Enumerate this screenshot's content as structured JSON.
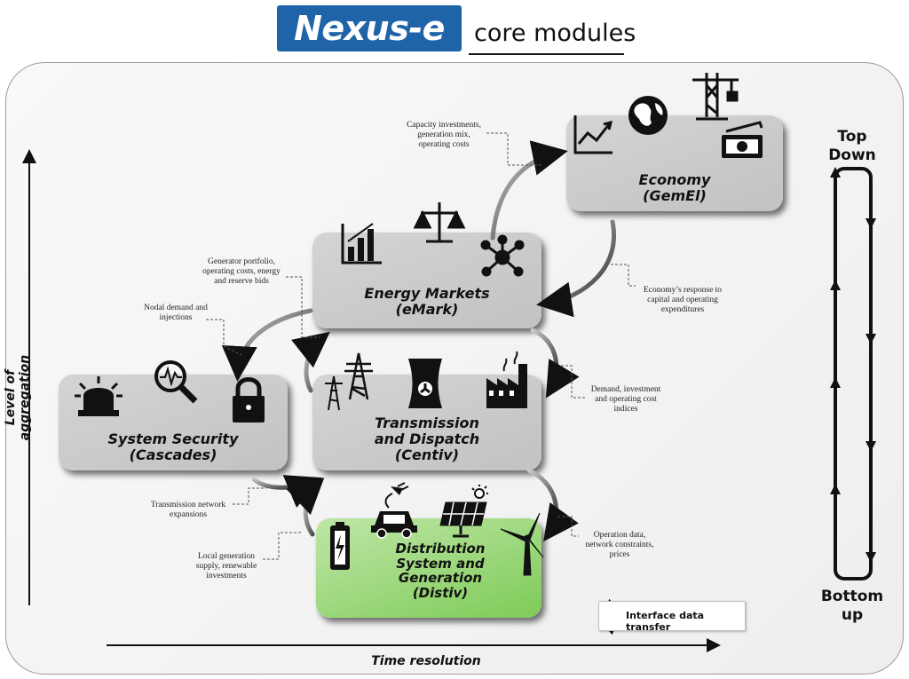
{
  "header": {
    "logo_text": "Nexus-e",
    "subtitle": "core modules"
  },
  "modules": {
    "economy": {
      "line1": "Economy",
      "line2": "(GemEl)"
    },
    "markets": {
      "line1": "Energy Markets",
      "line2": "(eMark)"
    },
    "security": {
      "line1": "System Security",
      "line2": "(Cascades)"
    },
    "transmission": {
      "line1": "Transmission",
      "line2": "and Dispatch",
      "line3": "(Centiv)"
    },
    "distribution": {
      "line1": "Distribution",
      "line2": "System and",
      "line3": "Generation",
      "line4": "(Distiv)"
    }
  },
  "annotations": {
    "capacity": [
      "Capacity investments,",
      "generation mix,",
      "operating costs"
    ],
    "generator": [
      "Generator portfolio,",
      "operating costs, energy",
      "and reserve bids"
    ],
    "nodal": [
      "Nodal demand and",
      "injections"
    ],
    "economy_response": [
      "Economy’s response to",
      "capital and operating",
      "expenditures"
    ],
    "demand": [
      "Demand, investment",
      "and operating cost",
      "indices"
    ],
    "transmission_exp": [
      "Transmission network",
      "expansions"
    ],
    "local_gen": [
      "Local generation",
      "supply, renewable",
      "investments"
    ],
    "operation": [
      "Operation data,",
      "network constraints,",
      "prices"
    ]
  },
  "axes": {
    "y_label": "Level of aggregation",
    "x_label": "Time resolution"
  },
  "direction": {
    "top_line1": "Top",
    "top_line2": "Down",
    "bottom_line1": "Bottom",
    "bottom_line2": "up"
  },
  "legend": {
    "label": "Interface data transfer"
  },
  "colors": {
    "brand_blue": "#1f64a8",
    "module_gray": "#c8c8c8",
    "module_green": "#8fd16a"
  }
}
